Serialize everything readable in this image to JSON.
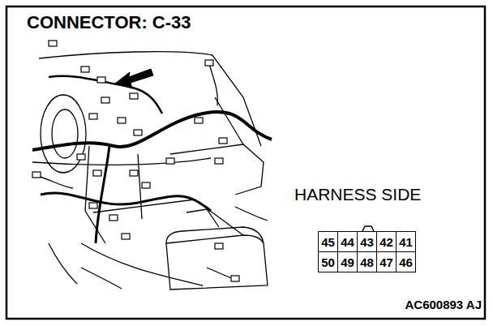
{
  "diagram": {
    "title": "CONNECTOR: C-33",
    "nodes": [
      {
        "text": [
          "45"
        ]
      },
      {
        "text": [
          "44"
        ]
      },
      {
        "text": [
          "43"
        ]
      },
      {
        "text": [
          "42"
        ]
      },
      {
        "text": [
          "41"
        ]
      },
      {
        "text": [
          "50"
        ]
      },
      {
        "text": [
          "49"
        ]
      },
      {
        "text": [
          "48"
        ]
      },
      {
        "text": [
          "47"
        ]
      },
      {
        "text": [
          "46"
        ]
      }
    ],
    "labels": [
      "HARNESS SIDE",
      "AC600893 AJ"
    ]
  }
}
